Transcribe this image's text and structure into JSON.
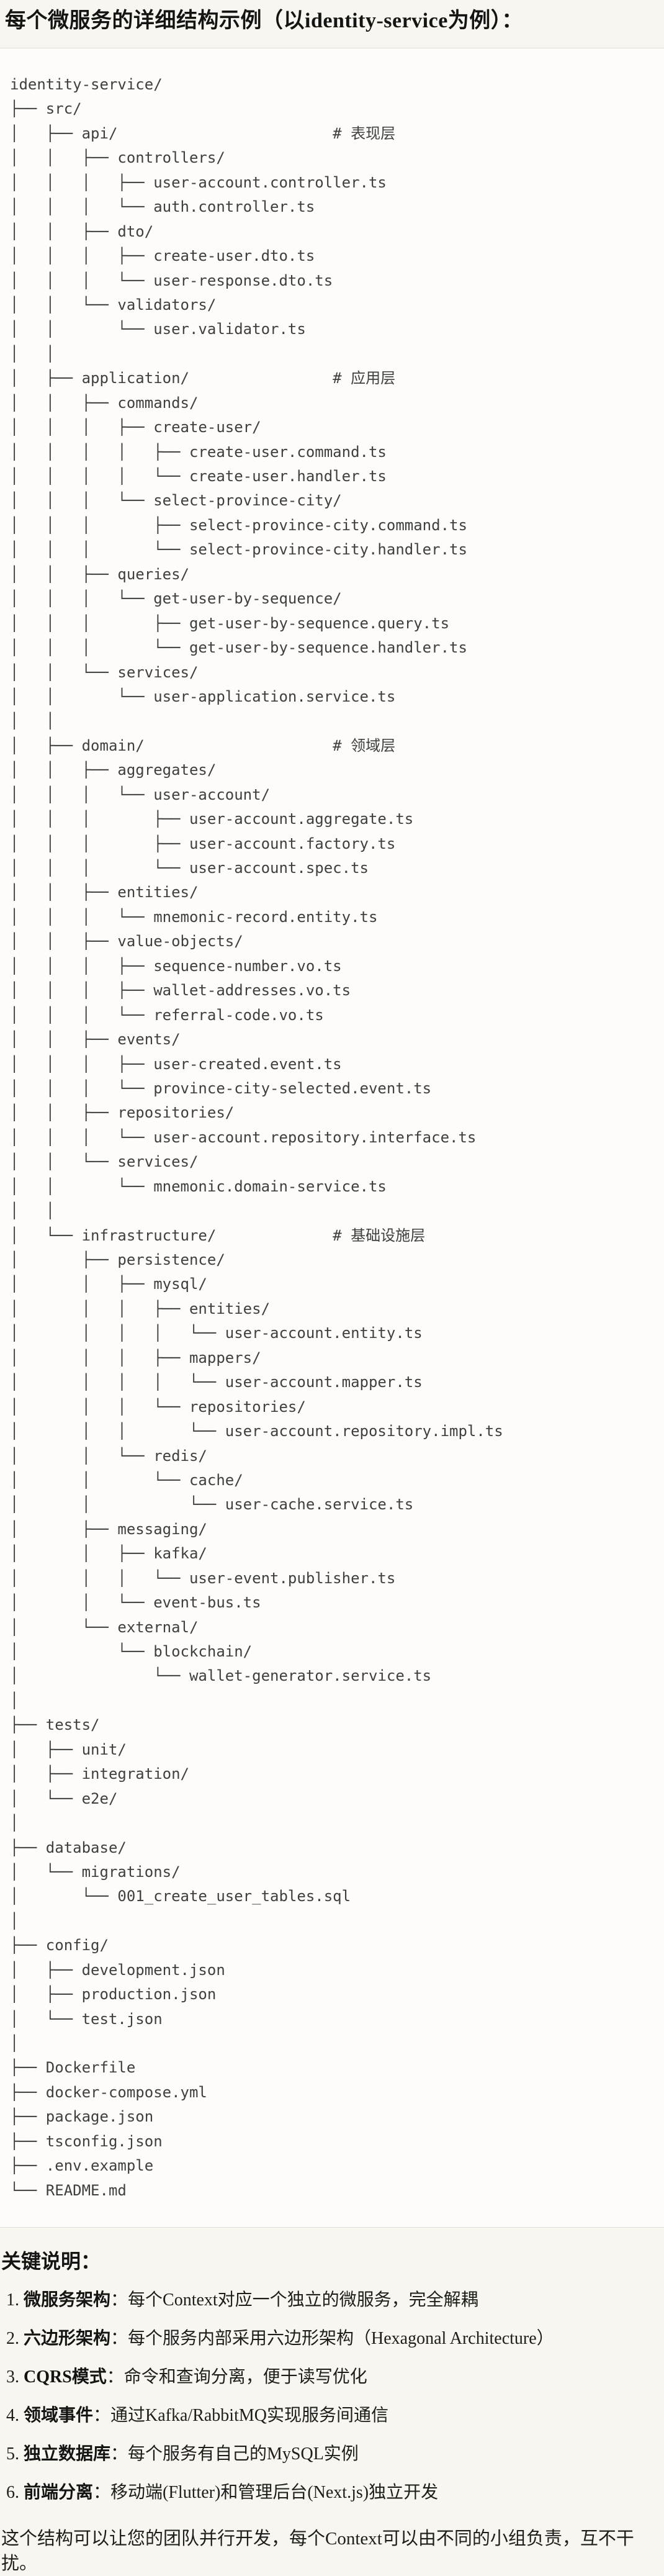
{
  "title": "每个微服务的详细结构示例（以identity-service为例）：",
  "code_block": {
    "language": "plaintext",
    "lines": [
      "identity-service/",
      "├── src/",
      "│   ├── api/                        # 表现层",
      "│   │   ├── controllers/",
      "│   │   │   ├── user-account.controller.ts",
      "│   │   │   └── auth.controller.ts",
      "│   │   ├── dto/",
      "│   │   │   ├── create-user.dto.ts",
      "│   │   │   └── user-response.dto.ts",
      "│   │   └── validators/",
      "│   │       └── user.validator.ts",
      "│   │",
      "│   ├── application/                # 应用层",
      "│   │   ├── commands/",
      "│   │   │   ├── create-user/",
      "│   │   │   │   ├── create-user.command.ts",
      "│   │   │   │   └── create-user.handler.ts",
      "│   │   │   └── select-province-city/",
      "│   │   │       ├── select-province-city.command.ts",
      "│   │   │       └── select-province-city.handler.ts",
      "│   │   ├── queries/",
      "│   │   │   └── get-user-by-sequence/",
      "│   │   │       ├── get-user-by-sequence.query.ts",
      "│   │   │       └── get-user-by-sequence.handler.ts",
      "│   │   └── services/",
      "│   │       └── user-application.service.ts",
      "│   │",
      "│   ├── domain/                     # 领域层",
      "│   │   ├── aggregates/",
      "│   │   │   └── user-account/",
      "│   │   │       ├── user-account.aggregate.ts",
      "│   │   │       ├── user-account.factory.ts",
      "│   │   │       └── user-account.spec.ts",
      "│   │   ├── entities/",
      "│   │   │   └── mnemonic-record.entity.ts",
      "│   │   ├── value-objects/",
      "│   │   │   ├── sequence-number.vo.ts",
      "│   │   │   ├── wallet-addresses.vo.ts",
      "│   │   │   └── referral-code.vo.ts",
      "│   │   ├── events/",
      "│   │   │   ├── user-created.event.ts",
      "│   │   │   └── province-city-selected.event.ts",
      "│   │   ├── repositories/",
      "│   │   │   └── user-account.repository.interface.ts",
      "│   │   └── services/",
      "│   │       └── mnemonic.domain-service.ts",
      "│   │",
      "│   └── infrastructure/             # 基础设施层",
      "│       ├── persistence/",
      "│       │   ├── mysql/",
      "│       │   │   ├── entities/",
      "│       │   │   │   └── user-account.entity.ts",
      "│       │   │   ├── mappers/",
      "│       │   │   │   └── user-account.mapper.ts",
      "│       │   │   └── repositories/",
      "│       │   │       └── user-account.repository.impl.ts",
      "│       │   └── redis/",
      "│       │       └── cache/",
      "│       │           └── user-cache.service.ts",
      "│       ├── messaging/",
      "│       │   ├── kafka/",
      "│       │   │   └── user-event.publisher.ts",
      "│       │   └── event-bus.ts",
      "│       └── external/",
      "│           └── blockchain/",
      "│               └── wallet-generator.service.ts",
      "│",
      "├── tests/",
      "│   ├── unit/",
      "│   ├── integration/",
      "│   └── e2e/",
      "│",
      "├── database/",
      "│   └── migrations/",
      "│       └── 001_create_user_tables.sql",
      "│",
      "├── config/",
      "│   ├── development.json",
      "│   ├── production.json",
      "│   └── test.json",
      "│",
      "├── Dockerfile",
      "├── docker-compose.yml",
      "├── package.json",
      "├── tsconfig.json",
      "├── .env.example",
      "└── README.md"
    ]
  },
  "notes": {
    "heading": "关键说明：",
    "items": [
      {
        "num": "1.",
        "label": "微服务架构",
        "text": "：每个Context对应一个独立的微服务，完全解耦"
      },
      {
        "num": "2.",
        "label": "六边形架构",
        "text": "：每个服务内部采用六边形架构（Hexagonal Architecture）"
      },
      {
        "num": "3.",
        "label": "CQRS模式",
        "text": "：命令和查询分离，便于读写优化"
      },
      {
        "num": "4.",
        "label": "领域事件",
        "text": "：通过Kafka/RabbitMQ实现服务间通信"
      },
      {
        "num": "5.",
        "label": "独立数据库",
        "text": "：每个服务有自己的MySQL实例"
      },
      {
        "num": "6.",
        "label": "前端分离",
        "text": "：移动端(Flutter)和管理后台(Next.js)独立开发"
      }
    ],
    "closing": "这个结构可以让您的团队并行开发，每个Context可以由不同的小组负责，互不干扰。"
  }
}
